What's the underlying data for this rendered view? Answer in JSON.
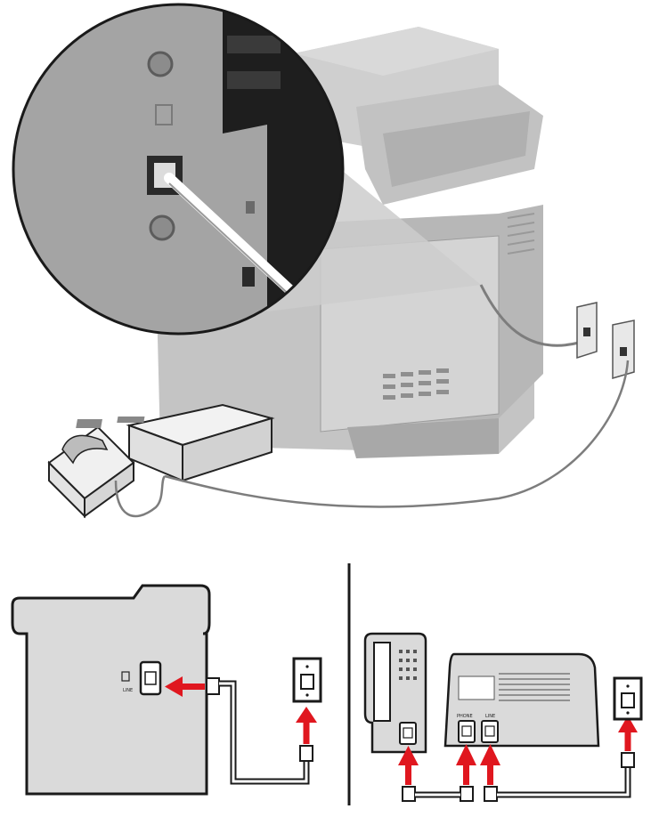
{
  "diagram": {
    "colors": {
      "printer_body": "#c9c9c9",
      "printer_shade": "#b4b4b4",
      "printer_dark": "#8a8a8a",
      "zoom_panel": "#a9a9a9",
      "outline": "#1a1a1a",
      "arrow_red": "#e0171f",
      "line_gray": "#9a9a9a"
    },
    "labels": {
      "fax_port_mark": "LINE",
      "answering_port_phone": "PHONE",
      "answering_port_line": "LINE"
    },
    "icons": [
      "zoom-magnifier",
      "printer-illustration",
      "telephone",
      "answering-machine",
      "wall-jack",
      "red-arrow",
      "rj11-plug"
    ]
  }
}
